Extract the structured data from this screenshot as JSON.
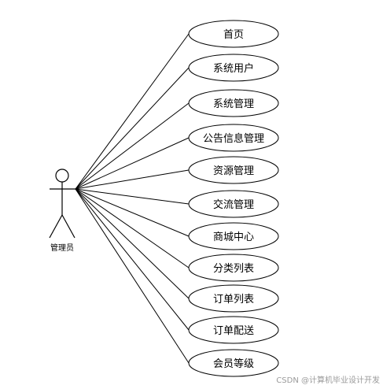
{
  "actor": {
    "label": "管理员"
  },
  "use_cases": [
    {
      "label": "首页"
    },
    {
      "label": "系统用户"
    },
    {
      "label": "系统管理"
    },
    {
      "label": "公告信息管理"
    },
    {
      "label": "资源管理"
    },
    {
      "label": "交流管理"
    },
    {
      "label": "商城中心"
    },
    {
      "label": "分类列表"
    },
    {
      "label": "订单列表"
    },
    {
      "label": "订单配送"
    },
    {
      "label": "会员等级"
    }
  ],
  "watermark": "CSDN @计算机毕业设计开发",
  "colors": {
    "stroke": "#000000",
    "background": "#ffffff",
    "watermark": "#9a9a9a"
  }
}
